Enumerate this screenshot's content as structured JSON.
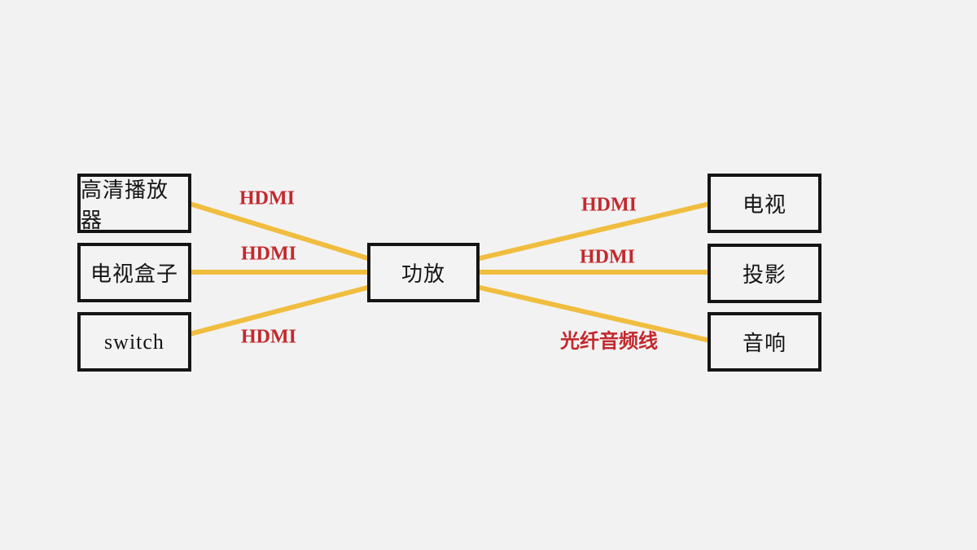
{
  "diagram": {
    "background_color": "#f2f2f2",
    "colors": {
      "connector": "#f0bd3f",
      "edge_label": "#c3282d",
      "box_border": "#141414",
      "box_fill": "#f3f3f3",
      "node_text": "#141414"
    },
    "nodes": {
      "sources": [
        {
          "label": "高清播放器"
        },
        {
          "label": "电视盒子"
        },
        {
          "label": "switch"
        }
      ],
      "hub": {
        "label": "功放"
      },
      "outputs": [
        {
          "label": "电视"
        },
        {
          "label": "投影"
        },
        {
          "label": "音响"
        }
      ]
    },
    "edges": {
      "src1_hub": {
        "label": "HDMI"
      },
      "src2_hub": {
        "label": "HDMI"
      },
      "src3_hub": {
        "label": "HDMI"
      },
      "hub_out1": {
        "label": "HDMI"
      },
      "hub_out2": {
        "label": "HDMI"
      },
      "hub_out3": {
        "label": "光纤音频线"
      }
    }
  }
}
